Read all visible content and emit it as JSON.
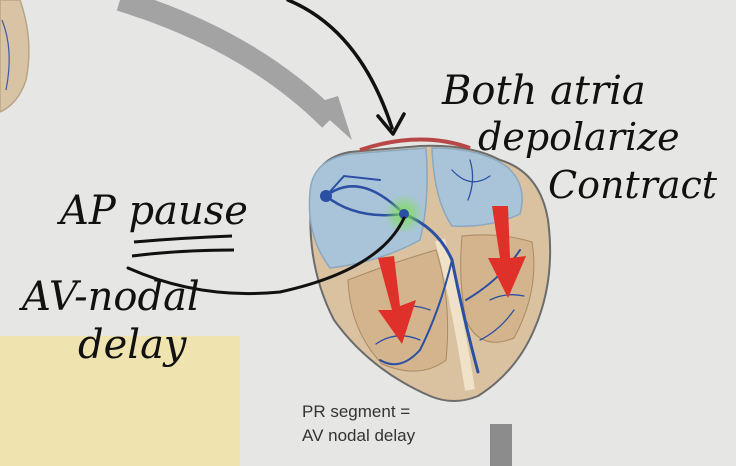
{
  "annotations": {
    "both_atria": [
      "Both atria",
      "depolarize",
      "Contract"
    ],
    "ap_pause_label": "AP pause",
    "av_nodal_delay": [
      "AV-nodal",
      "delay"
    ]
  },
  "caption": {
    "line1": "PR segment =",
    "line2": "AV nodal delay"
  },
  "colors": {
    "background": "#e6e6e4",
    "sticky_note": "#efe4b0",
    "atria_fill": "#a9c4d8",
    "ventricle_fill": "#d9c3a0",
    "conduction": "#2b4fa3",
    "av_node_glow": "#6fcf4a",
    "red_arrows": "#e0302a",
    "gray_arrow": "#a3a3a3"
  },
  "icons": [
    "heart-illustration",
    "av-node-marker",
    "depolarization-arrow"
  ]
}
